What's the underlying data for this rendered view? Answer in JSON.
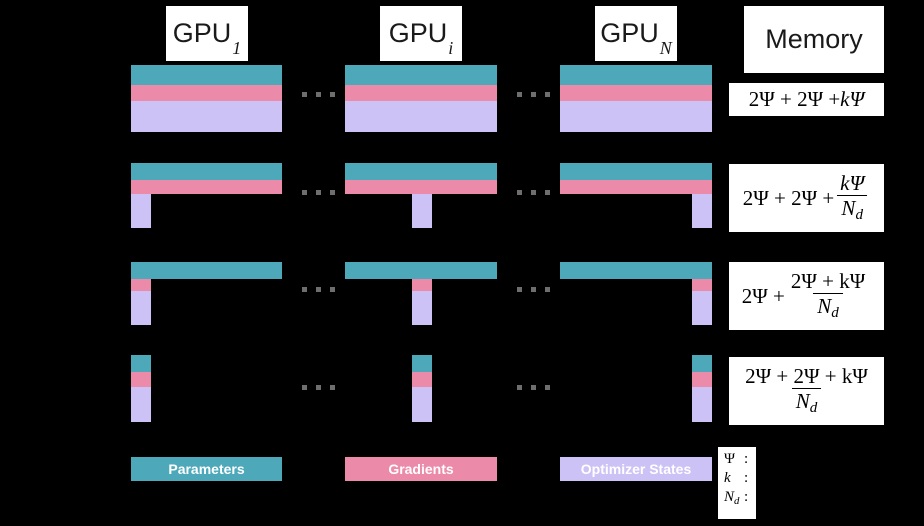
{
  "figure": {
    "background": "#000000",
    "colors": {
      "parameters": "#4da9ba",
      "gradients": "#ec8aa9",
      "optimizer_states": "#cdc2f5",
      "chip_background": "#ffffff",
      "dots": "#6e6e6e"
    }
  },
  "columns": [
    {
      "label_prefix": "GPU",
      "label_sub": "1"
    },
    {
      "label_prefix": "GPU",
      "label_sub": "i"
    },
    {
      "label_prefix": "GPU",
      "label_sub": "N"
    }
  ],
  "memory_header": "Memory",
  "rows": [
    {
      "name": "baseline",
      "memory": {
        "lead": "2Ψ + 2Ψ + ",
        "tail_k": "kΨ",
        "fraction": null
      },
      "memory_text": "2Ψ + 2Ψ + kΨ"
    },
    {
      "name": "os-sharded",
      "memory": {
        "lead": "2Ψ + 2Ψ + ",
        "numerator": "kΨ",
        "denominator": "Nd"
      },
      "memory_text": "2Ψ + 2Ψ + kΨ/Nd"
    },
    {
      "name": "os-grad-sharded",
      "memory": {
        "lead": "2Ψ + ",
        "numerator": "2Ψ + kΨ",
        "denominator": "Nd"
      },
      "memory_text": "2Ψ + (2Ψ + kΨ)/Nd"
    },
    {
      "name": "fully-sharded",
      "memory": {
        "lead": "",
        "numerator": "2Ψ + 2Ψ + kΨ",
        "denominator": "Nd"
      },
      "memory_text": "(2Ψ + 2Ψ + kΨ)/Nd"
    }
  ],
  "legend": [
    {
      "label": "Parameters",
      "color": "#4da9ba"
    },
    {
      "label": "Gradients",
      "color": "#ec8aa9"
    },
    {
      "label": "Optimizer States",
      "color": "#cdc2f5"
    }
  ],
  "symbol_key": [
    {
      "symbol": "Ψ",
      "separator": ":"
    },
    {
      "symbol": "k",
      "separator": ":"
    },
    {
      "symbol": "Nd",
      "separator": ":"
    }
  ],
  "ellipsis": "···"
}
